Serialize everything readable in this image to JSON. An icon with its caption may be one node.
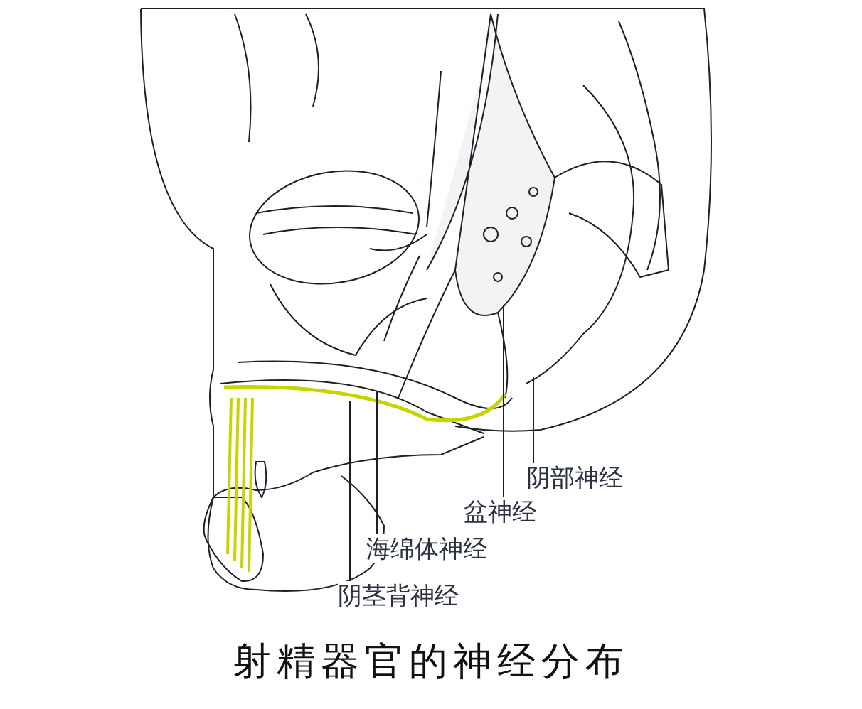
{
  "diagram": {
    "caption": "射精器官的神经分布",
    "nodes": [
      {
        "text": [
          "阴部神经"
        ]
      },
      {
        "text": [
          "盆神经"
        ]
      },
      {
        "text": [
          "海绵体神经"
        ]
      },
      {
        "text": [
          "阴茎背神经"
        ]
      }
    ],
    "edges": [
      {
        "from": 0,
        "to": null,
        "arrow": "none"
      },
      {
        "from": 1,
        "to": null,
        "arrow": "none"
      },
      {
        "from": 2,
        "to": null,
        "arrow": "none"
      },
      {
        "from": 3,
        "to": null,
        "arrow": "none"
      }
    ]
  }
}
